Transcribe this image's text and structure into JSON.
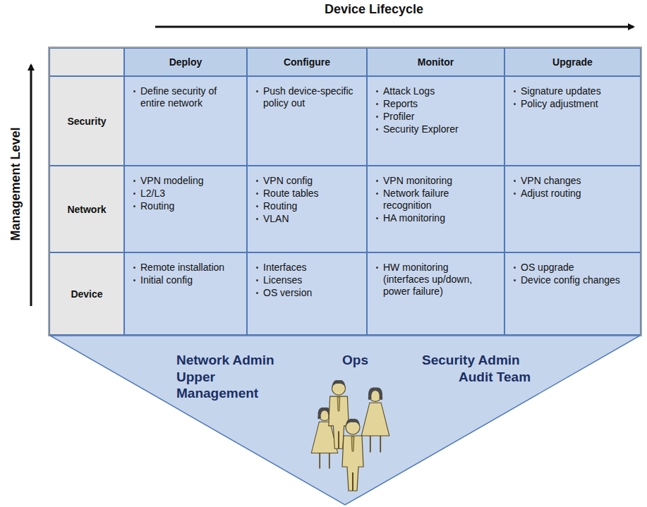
{
  "diagram": {
    "nodes": [
      {
        "text": [
          "Network Admin",
          "Upper Management",
          "Ops",
          "Security Admin",
          "Audit Team"
        ]
      }
    ],
    "labels": [
      "Device Lifecycle",
      "Management Level",
      "Deploy",
      "Configure",
      "Monitor",
      "Upgrade",
      "Security",
      "Define security of entire network",
      "Push device-specific policy out",
      "Attack Logs",
      "Reports",
      "Profiler",
      "Security Explorer",
      "Signature updates",
      "Policy adjustment",
      "Network",
      "VPN modeling",
      "L2/L3",
      "Routing",
      "VPN config",
      "Route tables",
      "Routing",
      "VLAN",
      "VPN monitoring",
      "Network failure recognition",
      "HA monitoring",
      "VPN changes",
      "Adjust routing",
      "Device",
      "Remote installation",
      "Initial config",
      "Interfaces",
      "Licenses",
      "OS version",
      "HW monitoring (interfaces up/down, power failure)",
      "OS upgrade",
      "Device config changes"
    ]
  }
}
